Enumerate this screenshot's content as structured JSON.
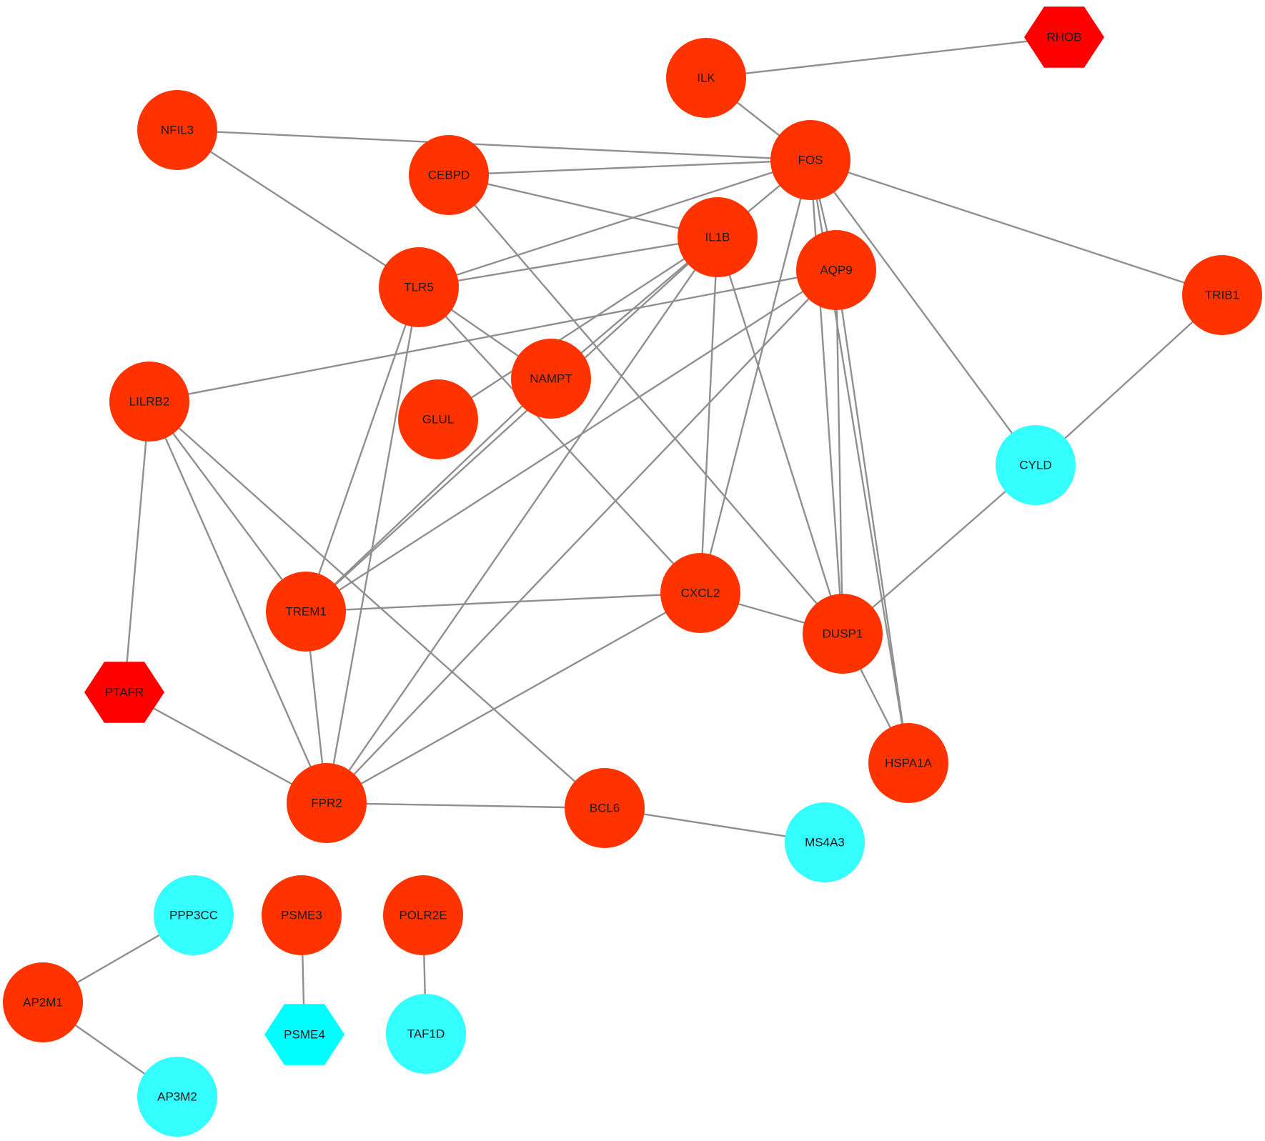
{
  "colors": {
    "up_regulated": "#ff3300",
    "up_regulated_hub": "#ff0000",
    "down_regulated": "#33ffff",
    "down_regulated_hub": "#00ffff",
    "edge": "#8f8f8f"
  },
  "nodes": [
    {
      "id": "RHOB",
      "label": "RHOB",
      "shape": "hexagon",
      "color": "#ff0000"
    },
    {
      "id": "ILK",
      "label": "ILK",
      "shape": "circle",
      "color": "#ff3300"
    },
    {
      "id": "NFIL3",
      "label": "NFIL3",
      "shape": "circle",
      "color": "#ff3300"
    },
    {
      "id": "CEBPD",
      "label": "CEBPD",
      "shape": "circle",
      "color": "#ff3300"
    },
    {
      "id": "FOS",
      "label": "FOS",
      "shape": "circle",
      "color": "#ff3300"
    },
    {
      "id": "IL1B",
      "label": "IL1B",
      "shape": "circle",
      "color": "#ff3300"
    },
    {
      "id": "AQP9",
      "label": "AQP9",
      "shape": "circle",
      "color": "#ff3300"
    },
    {
      "id": "TLR5",
      "label": "TLR5",
      "shape": "circle",
      "color": "#ff3300"
    },
    {
      "id": "TRIB1",
      "label": "TRIB1",
      "shape": "circle",
      "color": "#ff3300"
    },
    {
      "id": "NAMPT",
      "label": "NAMPT",
      "shape": "circle",
      "color": "#ff3300"
    },
    {
      "id": "GLUL",
      "label": "GLUL",
      "shape": "circle",
      "color": "#ff3300"
    },
    {
      "id": "LILRB2",
      "label": "LILRB2",
      "shape": "circle",
      "color": "#ff3300"
    },
    {
      "id": "CYLD",
      "label": "CYLD",
      "shape": "circle",
      "color": "#33ffff"
    },
    {
      "id": "CXCL2",
      "label": "CXCL2",
      "shape": "circle",
      "color": "#ff3300"
    },
    {
      "id": "TREM1",
      "label": "TREM1",
      "shape": "circle",
      "color": "#ff3300"
    },
    {
      "id": "DUSP1",
      "label": "DUSP1",
      "shape": "circle",
      "color": "#ff3300"
    },
    {
      "id": "PTAFR",
      "label": "PTAFR",
      "shape": "hexagon",
      "color": "#ff0000"
    },
    {
      "id": "HSPA1A",
      "label": "HSPA1A",
      "shape": "circle",
      "color": "#ff3300"
    },
    {
      "id": "FPR2",
      "label": "FPR2",
      "shape": "circle",
      "color": "#ff3300"
    },
    {
      "id": "BCL6",
      "label": "BCL6",
      "shape": "circle",
      "color": "#ff3300"
    },
    {
      "id": "MS4A3",
      "label": "MS4A3",
      "shape": "circle",
      "color": "#33ffff"
    },
    {
      "id": "PPP3CC",
      "label": "PPP3CC",
      "shape": "circle",
      "color": "#33ffff"
    },
    {
      "id": "PSME3",
      "label": "PSME3",
      "shape": "circle",
      "color": "#ff3300"
    },
    {
      "id": "POLR2E",
      "label": "POLR2E",
      "shape": "circle",
      "color": "#ff3300"
    },
    {
      "id": "AP2M1",
      "label": "AP2M1",
      "shape": "circle",
      "color": "#ff3300"
    },
    {
      "id": "PSME4",
      "label": "PSME4",
      "shape": "hexagon",
      "color": "#00ffff"
    },
    {
      "id": "TAF1D",
      "label": "TAF1D",
      "shape": "circle",
      "color": "#33ffff"
    },
    {
      "id": "AP3M2",
      "label": "AP3M2",
      "shape": "circle",
      "color": "#33ffff"
    }
  ],
  "edges": [
    [
      "RHOB",
      "ILK"
    ],
    [
      "ILK",
      "FOS"
    ],
    [
      "NFIL3",
      "FOS"
    ],
    [
      "NFIL3",
      "TLR5"
    ],
    [
      "CEBPD",
      "FOS"
    ],
    [
      "CEBPD",
      "IL1B"
    ],
    [
      "CEBPD",
      "DUSP1"
    ],
    [
      "FOS",
      "IL1B"
    ],
    [
      "FOS",
      "TLR5"
    ],
    [
      "FOS",
      "AQP9"
    ],
    [
      "FOS",
      "TRIB1"
    ],
    [
      "FOS",
      "CYLD"
    ],
    [
      "FOS",
      "CXCL2"
    ],
    [
      "FOS",
      "DUSP1"
    ],
    [
      "FOS",
      "HSPA1A"
    ],
    [
      "IL1B",
      "TLR5"
    ],
    [
      "IL1B",
      "NAMPT"
    ],
    [
      "IL1B",
      "GLUL"
    ],
    [
      "IL1B",
      "CXCL2"
    ],
    [
      "IL1B",
      "DUSP1"
    ],
    [
      "IL1B",
      "TREM1"
    ],
    [
      "IL1B",
      "FPR2"
    ],
    [
      "AQP9",
      "LILRB2"
    ],
    [
      "AQP9",
      "TREM1"
    ],
    [
      "AQP9",
      "FPR2"
    ],
    [
      "AQP9",
      "DUSP1"
    ],
    [
      "AQP9",
      "HSPA1A"
    ],
    [
      "TLR5",
      "NAMPT"
    ],
    [
      "TLR5",
      "CXCL2"
    ],
    [
      "TLR5",
      "TREM1"
    ],
    [
      "TLR5",
      "FPR2"
    ],
    [
      "TRIB1",
      "CYLD"
    ],
    [
      "NAMPT",
      "TREM1"
    ],
    [
      "LILRB2",
      "TREM1"
    ],
    [
      "LILRB2",
      "FPR2"
    ],
    [
      "LILRB2",
      "BCL6"
    ],
    [
      "LILRB2",
      "PTAFR"
    ],
    [
      "CYLD",
      "DUSP1"
    ],
    [
      "CXCL2",
      "TREM1"
    ],
    [
      "CXCL2",
      "DUSP1"
    ],
    [
      "CXCL2",
      "FPR2"
    ],
    [
      "TREM1",
      "FPR2"
    ],
    [
      "DUSP1",
      "HSPA1A"
    ],
    [
      "PTAFR",
      "FPR2"
    ],
    [
      "FPR2",
      "BCL6"
    ],
    [
      "BCL6",
      "MS4A3"
    ],
    [
      "PPP3CC",
      "AP2M1"
    ],
    [
      "AP2M1",
      "AP3M2"
    ],
    [
      "PSME3",
      "PSME4"
    ],
    [
      "POLR2E",
      "TAF1D"
    ]
  ]
}
